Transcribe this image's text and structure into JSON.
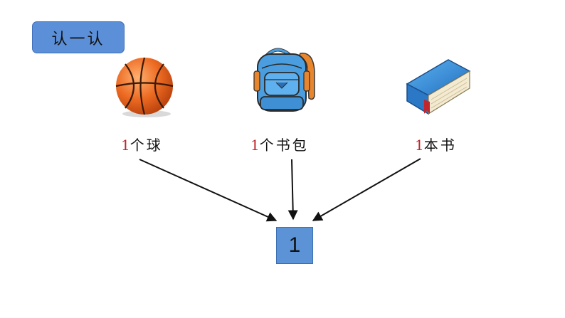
{
  "title": "认一认",
  "items": [
    {
      "icon": "basketball-icon",
      "count": "1",
      "label": "个球"
    },
    {
      "icon": "backpack-icon",
      "count": "1",
      "label": "个书包"
    },
    {
      "icon": "book-icon",
      "count": "1",
      "label": "本书"
    }
  ],
  "result": "1",
  "colors": {
    "badge": "#5b8fd8",
    "result_box": "#5b93d6",
    "number_highlight": "#c0262c",
    "ball": "#e8621f",
    "backpack": "#4a9ee0",
    "book": "#2f86d6"
  }
}
